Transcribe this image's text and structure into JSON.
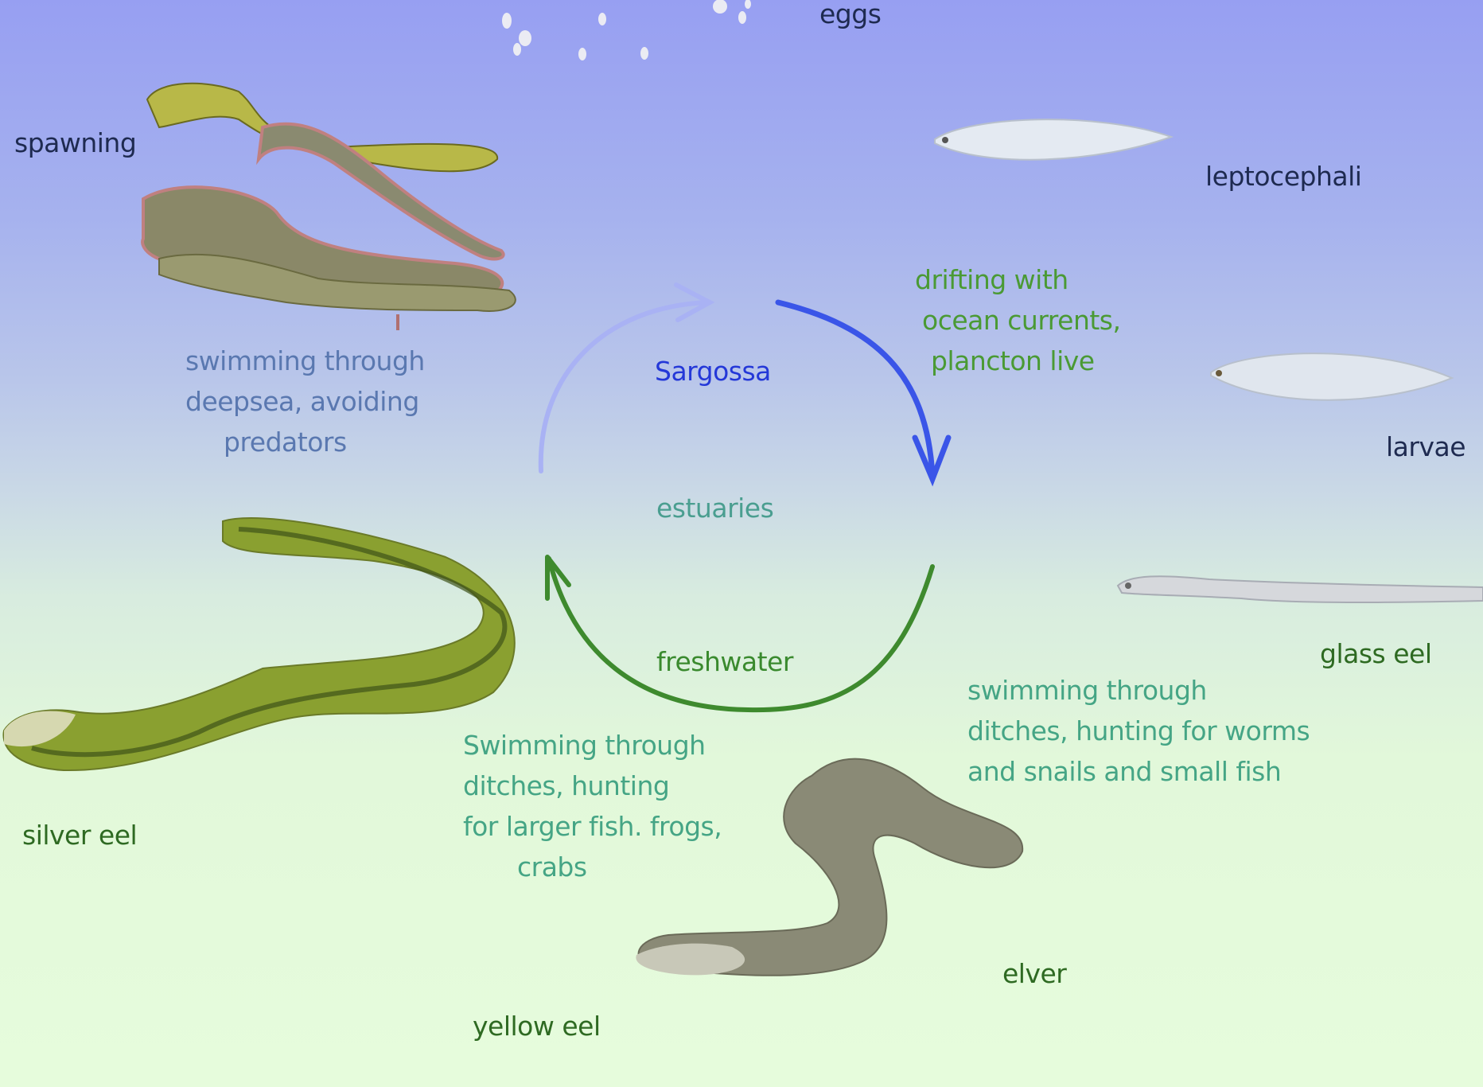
{
  "stages": {
    "eggs": "eggs",
    "spawning": "spawning",
    "leptocephali": "leptocephali",
    "larvae": "larvae",
    "glass_eel": "glass eel",
    "elver": "elver",
    "yellow_eel": "yellow eel",
    "silver_eel": "silver eel"
  },
  "habitats": {
    "sargossa": "Sargossa",
    "estuaries": "estuaries",
    "freshwater": "freshwater"
  },
  "descriptions": {
    "drifting": [
      "drifting with",
      "ocean currents,",
      "plancton live"
    ],
    "deepsea": [
      "swimming through",
      "deepsea, avoiding",
      "predators"
    ],
    "yellow_hunting": [
      "Swimming through",
      "ditches, hunting",
      "for larger fish. frogs,",
      "crabs"
    ],
    "elver_hunting": [
      "swimming through",
      "ditches, hunting for worms",
      "and snails and small fish"
    ]
  },
  "colors": {
    "sargossa": "#2438d8",
    "estuaries": "#4a9e90",
    "freshwater": "#3a8a2e",
    "arrow_light_blue": "#a9b2f4",
    "arrow_blue": "#3a55e8",
    "arrow_green": "#3e8a2e",
    "drifting_text": "#4a9a34",
    "deepsea_text": "#5a78b0",
    "hunting_text": "#45a585"
  }
}
